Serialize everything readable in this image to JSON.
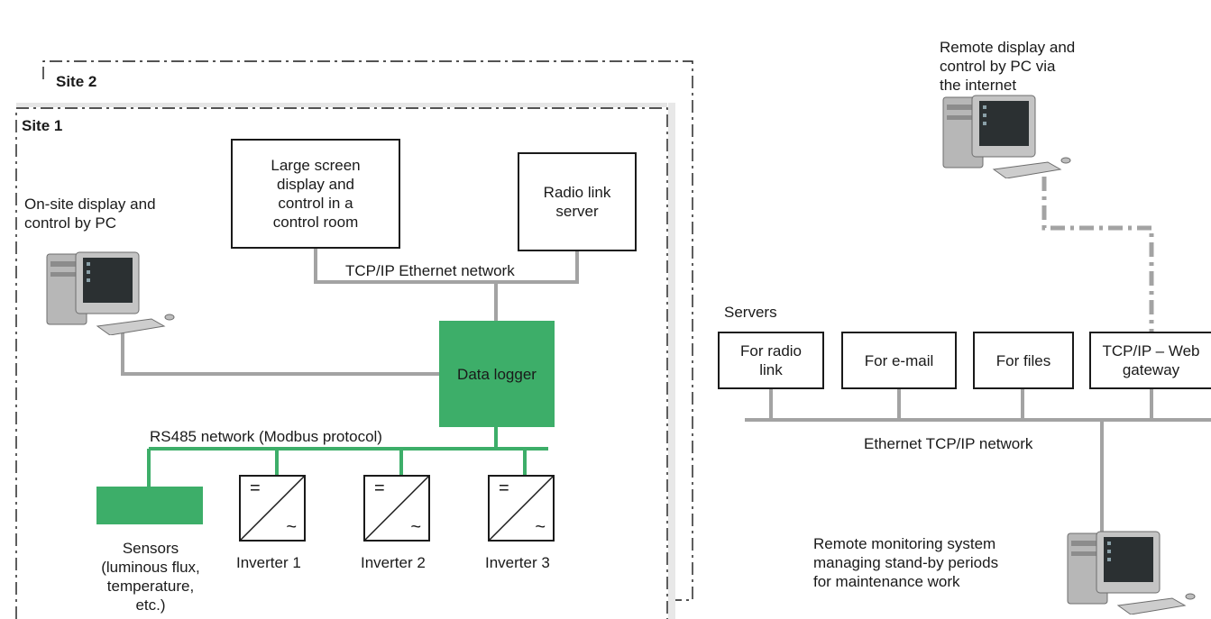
{
  "site2": {
    "title": "Site 2"
  },
  "site1": {
    "title": "Site 1"
  },
  "onsite_pc": {
    "caption": "On-site display and\ncontrol by PC",
    "icon": "desktop-pc-icon"
  },
  "large_screen": {
    "label": "Large screen\ndisplay and\ncontrol in a\ncontrol room"
  },
  "radio_server": {
    "label": "Radio link\nserver"
  },
  "tcpip_network": {
    "label": "TCP/IP Ethernet network"
  },
  "data_logger": {
    "label": "Data logger"
  },
  "rs485": {
    "label": "RS485 network (Modbus protocol)"
  },
  "sensors": {
    "label": "Sensors\n(luminous flux,\ntemperature, etc.)"
  },
  "inverters": [
    {
      "label": "Inverter 1",
      "dc": "=",
      "ac": "~"
    },
    {
      "label": "Inverter 2",
      "dc": "=",
      "ac": "~"
    },
    {
      "label": "Inverter 3",
      "dc": "=",
      "ac": "~"
    }
  ],
  "remote_pc": {
    "caption": "Remote display and\ncontrol by PC via\nthe internet",
    "icon": "desktop-pc-icon"
  },
  "servers": {
    "title": "Servers",
    "items": [
      {
        "label": "For radio\nlink"
      },
      {
        "label": "For e-mail"
      },
      {
        "label": "For files"
      },
      {
        "label": "TCP/IP – Web\ngateway"
      }
    ]
  },
  "ethernet_network": {
    "label": "Ethernet TCP/IP network"
  },
  "monitoring": {
    "caption": "Remote monitoring system\nmanaging stand-by periods\nfor maintenance work",
    "icon": "desktop-pc-icon"
  },
  "colors": {
    "network_green": "#3dae69",
    "link_gray": "#a3a3a3",
    "frame": "#1a1a1a"
  }
}
